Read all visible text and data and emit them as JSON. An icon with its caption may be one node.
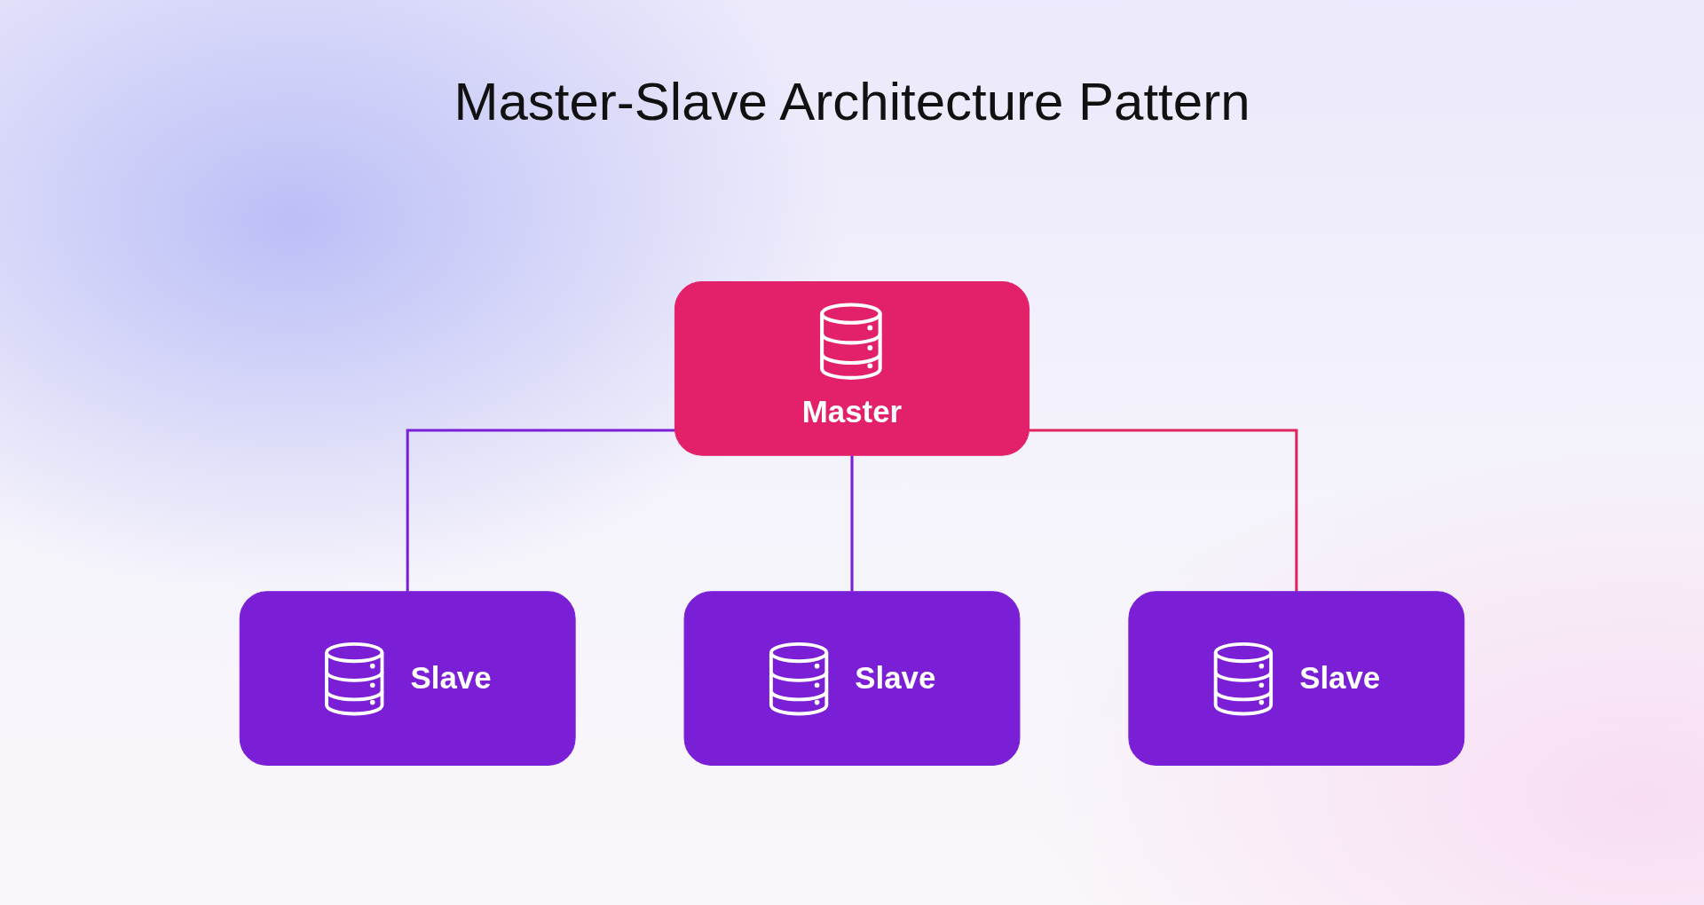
{
  "diagram": {
    "title": "Master-Slave Architecture Pattern",
    "nodes": [
      {
        "text": [
          "Master"
        ]
      },
      {
        "text": [
          "Slave"
        ]
      },
      {
        "text": [
          "Slave"
        ]
      },
      {
        "text": [
          "Slave"
        ]
      }
    ],
    "edges": [
      {
        "from": 0,
        "to": 1,
        "arrow": "none"
      },
      {
        "from": 0,
        "to": 2,
        "arrow": "none"
      },
      {
        "from": 0,
        "to": 3,
        "arrow": "none",
        "color": "#e0245e"
      }
    ]
  }
}
